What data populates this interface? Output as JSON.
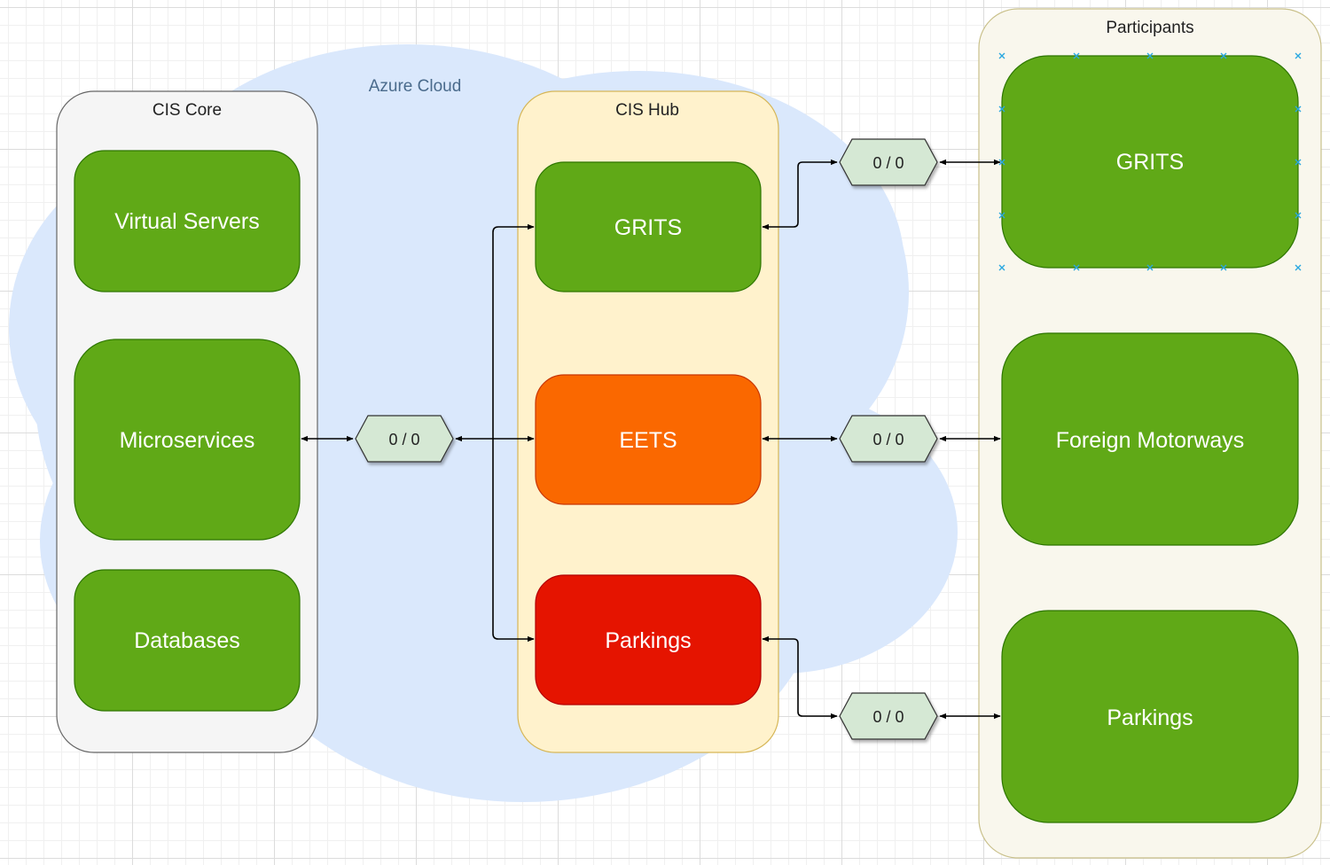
{
  "cloud": {
    "label": "Azure Cloud",
    "color": "#dae8fc"
  },
  "groups": {
    "core": {
      "title": "CIS Core",
      "color": "#f5f5f5"
    },
    "hub": {
      "title": "CIS Hub",
      "color": "#fff2cc"
    },
    "participants": {
      "title": "Participants",
      "color": "#f9f7ed"
    }
  },
  "nodes": {
    "core_virtual_servers": "Virtual Servers",
    "core_microservices": "Microservices",
    "core_databases": "Databases",
    "hub_grits": "GRITS",
    "hub_eets": "EETS",
    "hub_parkings": "Parkings",
    "part_grits": "GRITS",
    "part_foreign_motorways": "Foreign Motorways",
    "part_parkings": "Parkings"
  },
  "badges": {
    "core_hub": "0 / 0",
    "grits_link": "0 / 0",
    "eets_link": "0 / 0",
    "parkings_link": "0 / 0"
  },
  "colors": {
    "green": "#60a917",
    "orange": "#fa6800",
    "red": "#e51400",
    "badge": "#d5e8d4"
  }
}
